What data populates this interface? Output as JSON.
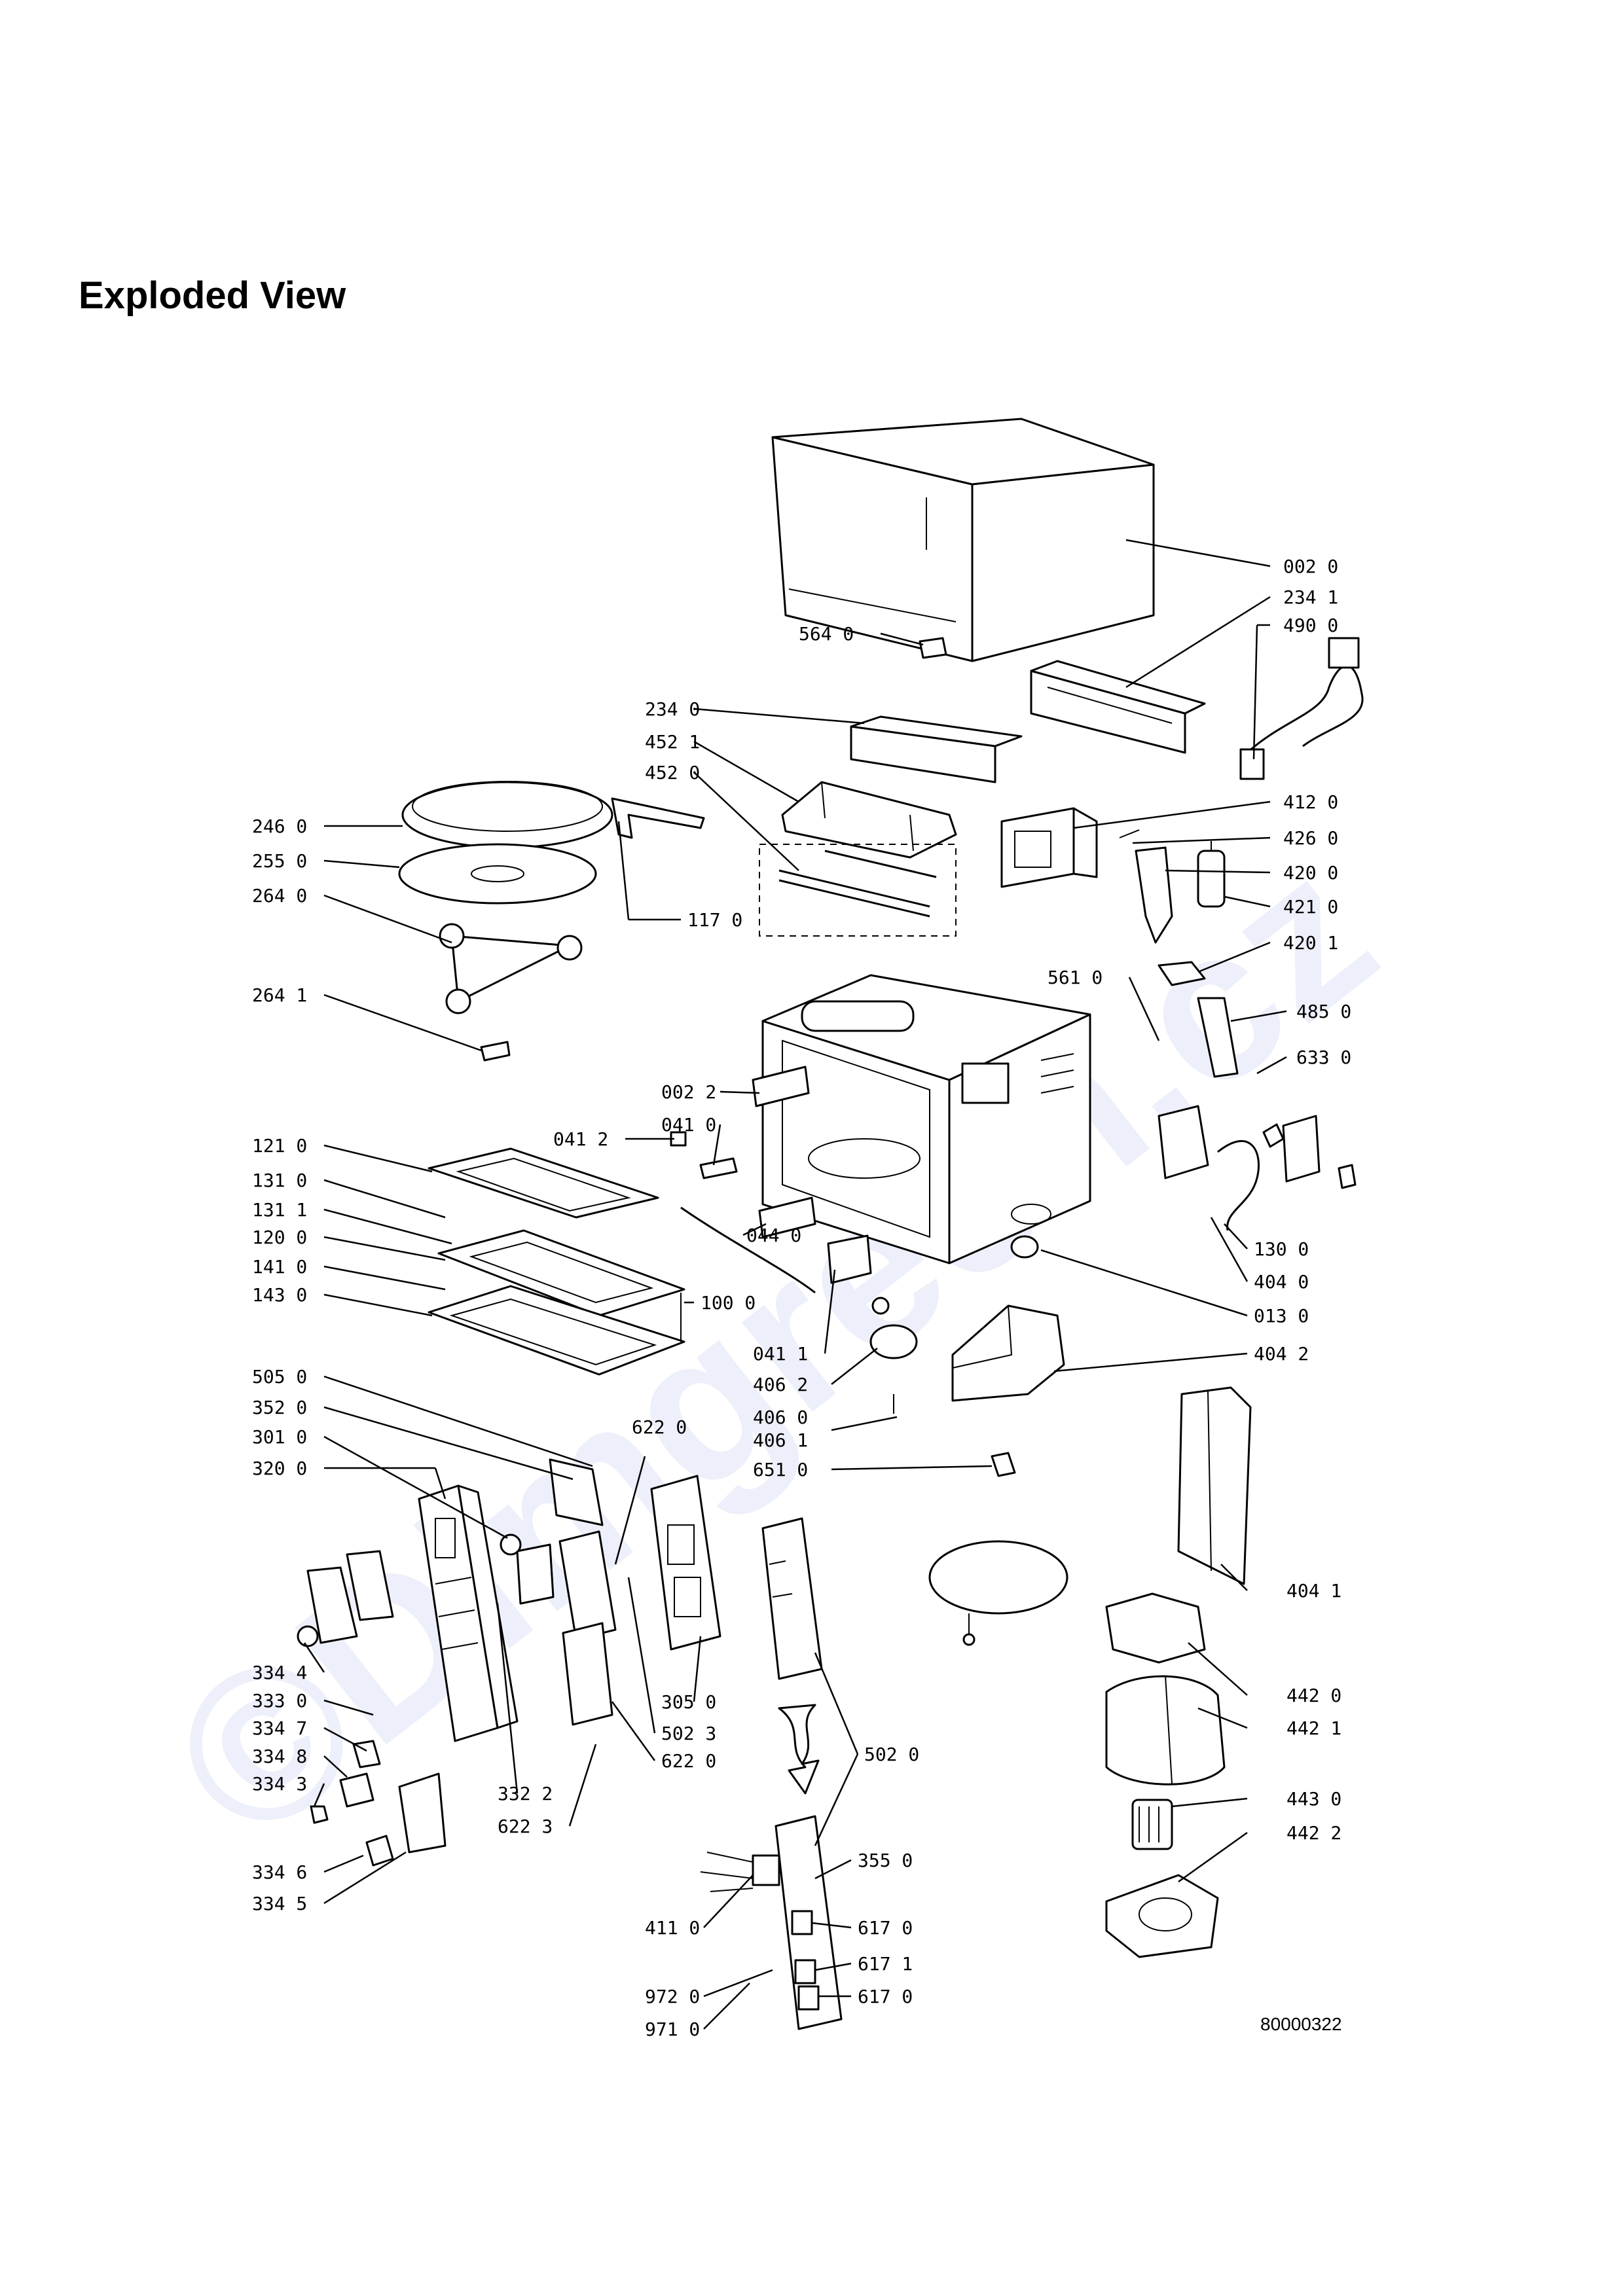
{
  "title": "Exploded View",
  "doc_number": "80000322",
  "watermark": "©Dimgreen.cz",
  "part_labels": [
    "002 0",
    "234 1",
    "490 0",
    "564 0",
    "234 0",
    "452 1",
    "452 0",
    "412 0",
    "426 0",
    "420 0",
    "421 0",
    "420 1",
    "485 0",
    "633 0",
    "561 0",
    "246 0",
    "255 0",
    "264 0",
    "117 0",
    "264 1",
    "002 2",
    "041 0",
    "041 2",
    "044 0",
    "121 0",
    "131 0",
    "131 1",
    "120 0",
    "141 0",
    "143 0",
    "100 0",
    "130 0",
    "404 0",
    "013 0",
    "041 1",
    "406 2",
    "406 0",
    "406 1",
    "651 0",
    "404 2",
    "505 0",
    "352 0",
    "301 0",
    "320 0",
    "622 0",
    "305 0",
    "502 3",
    "622 0",
    "332 2",
    "622 3",
    "404 1",
    "442 0",
    "442 1",
    "443 0",
    "442 2",
    "502 0",
    "334 4",
    "333 0",
    "334 7",
    "334 8",
    "334 3",
    "334 6",
    "334 5",
    "355 0",
    "411 0",
    "617 0",
    "617 1",
    "617 0",
    "972 0",
    "971 0"
  ]
}
